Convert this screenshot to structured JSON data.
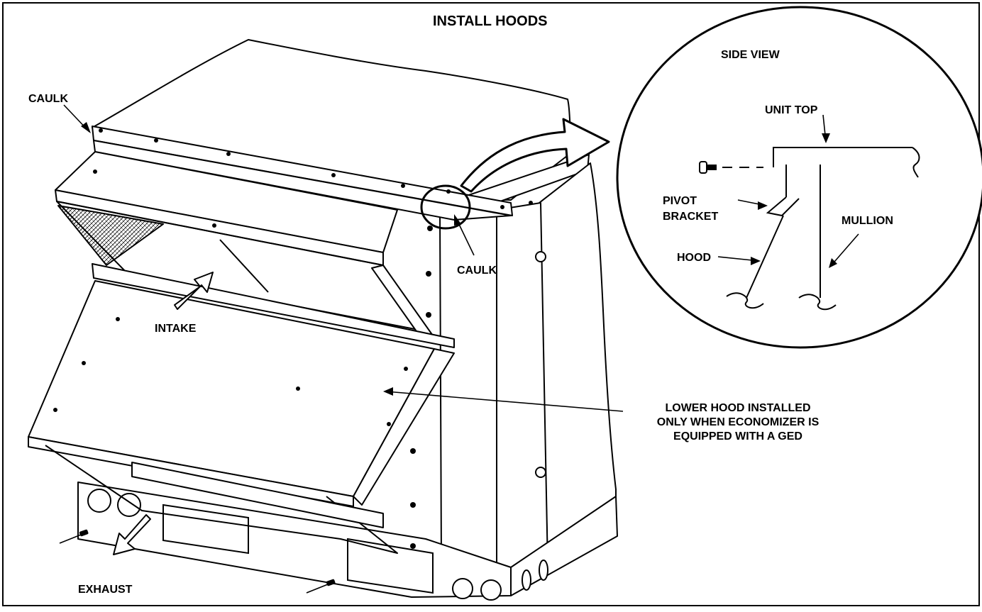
{
  "title": "INSTALL HOODS",
  "labels": {
    "caulk_left": "CAULK",
    "caulk_right": "CAULK",
    "intake": "INTAKE",
    "exhaust": "EXHAUST",
    "lower_hood_note_1": "LOWER HOOD INSTALLED",
    "lower_hood_note_2": "ONLY WHEN ECONOMIZER IS",
    "lower_hood_note_3": "EQUIPPED WITH A GED"
  },
  "side_view": {
    "title": "SIDE VIEW",
    "unit_top": "UNIT TOP",
    "pivot_1": "PIVOT",
    "pivot_2": "BRACKET",
    "mullion": "MULLION",
    "hood": "HOOD"
  }
}
